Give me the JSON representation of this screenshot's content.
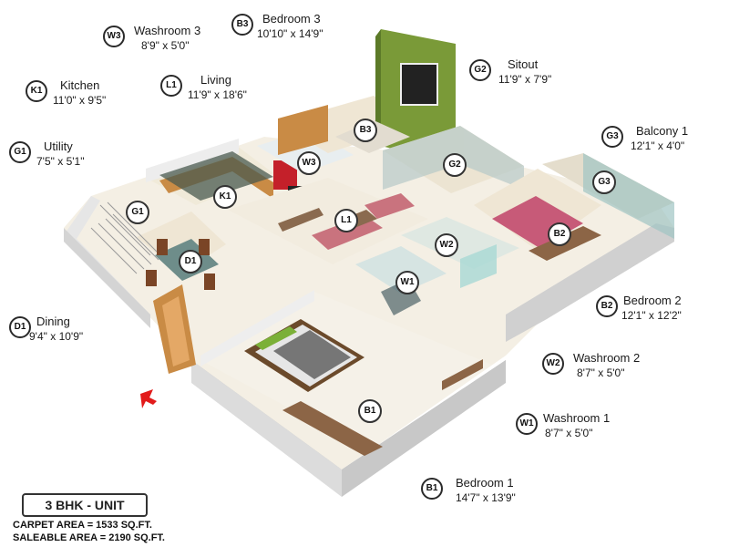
{
  "rooms": [
    {
      "code": "W3",
      "name": "Washroom 3",
      "dim": "8'9\" x 5'0\""
    },
    {
      "code": "B3",
      "name": "Bedroom 3",
      "dim": "10'10\" x 14'9\""
    },
    {
      "code": "K1",
      "name": "Kitchen",
      "dim": "11'0\" x 9'5\""
    },
    {
      "code": "L1",
      "name": "Living",
      "dim": "11'9\" x 18'6\""
    },
    {
      "code": "G2",
      "name": "Sitout",
      "dim": "11'9\" x 7'9\""
    },
    {
      "code": "G1",
      "name": "Utility",
      "dim": "7'5\" x 5'1\""
    },
    {
      "code": "G3",
      "name": "Balcony 1",
      "dim": "12'1\" x 4'0\""
    },
    {
      "code": "D1",
      "name": "Dining",
      "dim": "9'4\" x 10'9\""
    },
    {
      "code": "B2",
      "name": "Bedroom 2",
      "dim": "12'1\" x 12'2\""
    },
    {
      "code": "W2",
      "name": "Washroom 2",
      "dim": "8'7\" x 5'0\""
    },
    {
      "code": "W1",
      "name": "Washroom 1",
      "dim": "8'7\" x 5'0\""
    },
    {
      "code": "B1",
      "name": "Bedroom 1",
      "dim": "14'7\" x 13'9\""
    }
  ],
  "markers": [
    "B3",
    "W3",
    "G2",
    "G3",
    "K1",
    "L1",
    "G1",
    "D1",
    "W2",
    "B2",
    "W1",
    "B1"
  ],
  "unit": {
    "type": "3 BHK - UNIT",
    "carpet": "CARPET AREA = 1533 SQ.FT.",
    "saleable": "SALEABLE  AREA = 2190 SQ.FT."
  },
  "colors": {
    "floor": "#f4efe4",
    "wall": "#ffffff",
    "wall_side": "#d9d9d9",
    "accent_wall": "#7a9a38",
    "wood": "#c98b45",
    "sofa": "#c9737e",
    "entry_arrow": "#e21b1b"
  }
}
